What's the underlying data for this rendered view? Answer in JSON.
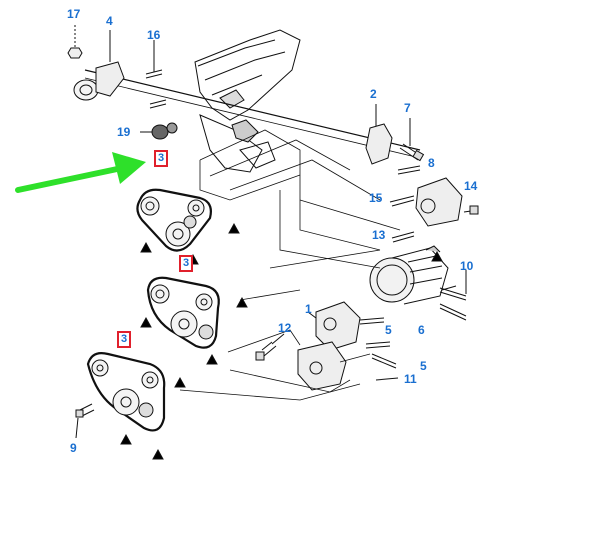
{
  "colors": {
    "callout_text": "#1a6fd0",
    "callout_box": "#e0202c",
    "pointer_arrow": "#2ee02a",
    "line_art": "#111111"
  },
  "callouts": [
    {
      "id": "c17",
      "text": "17"
    },
    {
      "id": "c4",
      "text": "4"
    },
    {
      "id": "c16",
      "text": "16"
    },
    {
      "id": "c2",
      "text": "2"
    },
    {
      "id": "c7",
      "text": "7"
    },
    {
      "id": "c19",
      "text": "19"
    },
    {
      "id": "c8",
      "text": "8"
    },
    {
      "id": "c14",
      "text": "14"
    },
    {
      "id": "c15",
      "text": "15"
    },
    {
      "id": "c13",
      "text": "13"
    },
    {
      "id": "c10",
      "text": "10"
    },
    {
      "id": "c1",
      "text": "1"
    },
    {
      "id": "c12",
      "text": "12"
    },
    {
      "id": "c5a",
      "text": "5"
    },
    {
      "id": "c6",
      "text": "6"
    },
    {
      "id": "c5b",
      "text": "5"
    },
    {
      "id": "c11",
      "text": "11"
    },
    {
      "id": "c9",
      "text": "9"
    }
  ],
  "boxed_callouts": [
    {
      "id": "b3a",
      "text": "3"
    },
    {
      "id": "b3b",
      "text": "3"
    },
    {
      "id": "b3c",
      "text": "3"
    }
  ]
}
